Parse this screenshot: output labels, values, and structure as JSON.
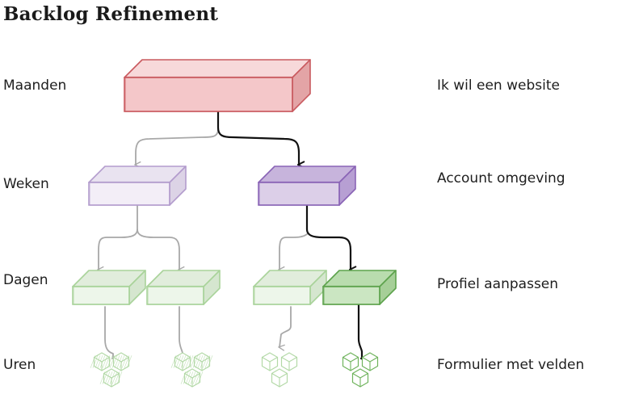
{
  "title": "Backlog Refinement",
  "levels": {
    "months": "Maanden",
    "weeks": "Weken",
    "days": "Dagen",
    "hours": "Uren"
  },
  "examples": {
    "months": "Ik wil een website",
    "weeks": "Account omgeving",
    "days": "Profiel aanpassen",
    "hours": "Formulier met velden"
  },
  "colors": {
    "epic_fill": "#f4c7c9",
    "epic_top": "#f7d9da",
    "epic_side": "#e3a4a6",
    "epic_stroke": "#c95a5f",
    "feature_fill": "#f3eef7",
    "feature_top": "#e9e3f0",
    "feature_side": "#dcd3e6",
    "feature_stroke": "#b39ccd",
    "feature_active_fill": "#dccfe8",
    "feature_active_top": "#c7b4dc",
    "feature_active_side": "#b79fd3",
    "feature_active_stroke": "#8a64b6",
    "story_fill": "#edf6ea",
    "story_top": "#e1eddc",
    "story_side": "#d5e6cf",
    "story_stroke": "#a9d39a",
    "story_active_fill": "#cbe6c2",
    "story_active_top": "#b9dcae",
    "story_active_side": "#a6cf98",
    "story_active_stroke": "#5ea34d",
    "arrow_muted": "#a8a8a8",
    "arrow_active": "#111111",
    "task_muted": "#b3d9a7",
    "task_active": "#6fb35c"
  }
}
